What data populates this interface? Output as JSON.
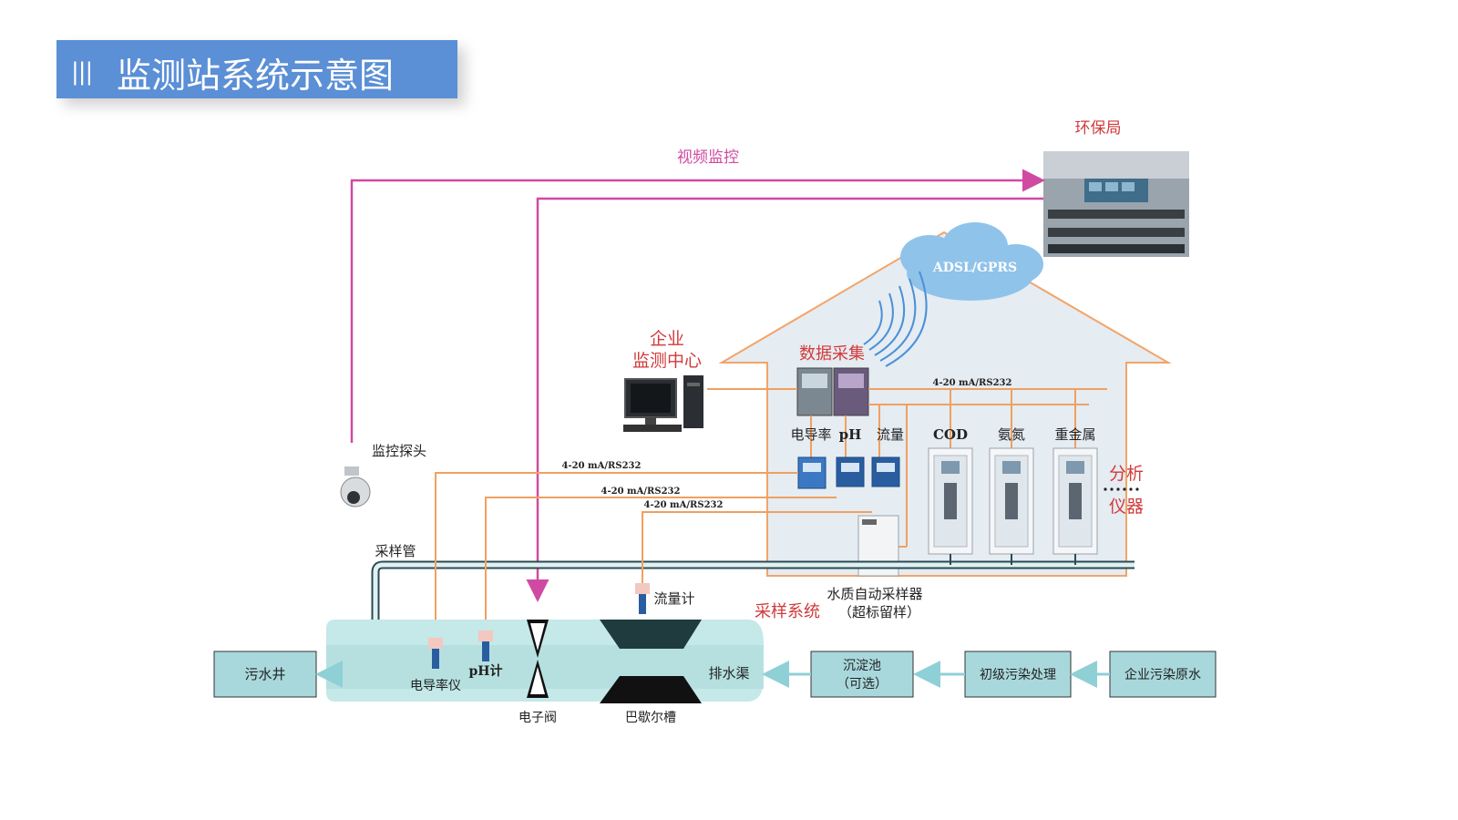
{
  "title": {
    "bars": "|||",
    "text": "监测站系统示意图"
  },
  "diagram": {
    "env_bureau": "环保局",
    "video_monitoring": "视频监控",
    "network": "ADSL/GPRS",
    "enterprise_center": {
      "line1": "企业",
      "line2": "监测中心"
    },
    "data_collection": "数据采集",
    "signal": "4-20 mA/RS232",
    "instruments": {
      "conductivity": "电导率",
      "ph": "pH",
      "flow": "流量"
    },
    "analyzers": {
      "cod": "COD",
      "ammonia": "氨氮",
      "heavy_metal": "重金属"
    },
    "analysis_instrument": {
      "line1": "分析",
      "line2": "仪器"
    },
    "camera": "监控探头",
    "sampling_pipe": "采样管",
    "flow_meter": "流量计",
    "sampler": "水质自动采样器",
    "sampling_system": "采样系统",
    "sampler_note": "（超标留样）",
    "sewage_well": "污水井",
    "conductivity_meter": "电导率仪",
    "ph_meter": "pH计",
    "drain": "排水渠",
    "sediment_tank": {
      "line1": "沉淀池",
      "line2": "（可选）"
    },
    "primary_treatment": "初级污染处理",
    "raw_water": "企业污染原水",
    "valve": "电子阀",
    "parshall_flume": "巴歇尔槽"
  },
  "colors": {
    "accent_title": "#5b8fd6",
    "magenta": "#d04aa2",
    "orange": "#f0a060",
    "red_text": "#d23a3a",
    "box_fill": "#a8d8dc",
    "channel": "#c5e8e8"
  }
}
